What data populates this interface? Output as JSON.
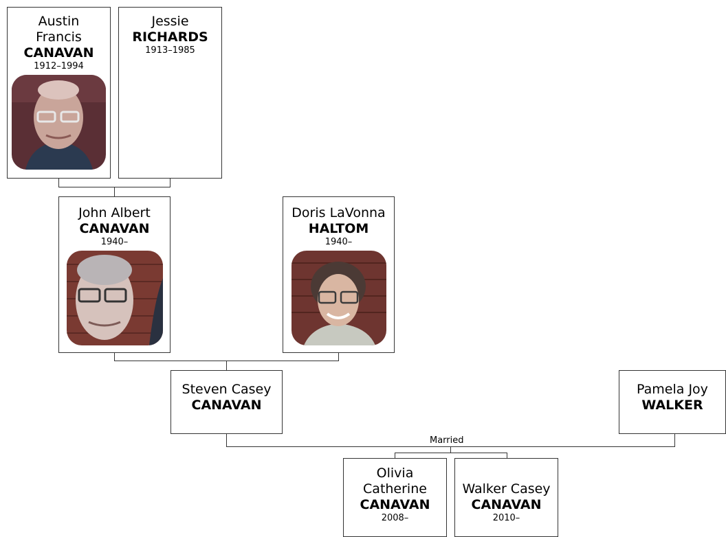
{
  "people": {
    "austin": {
      "given": [
        "Austin",
        "Francis"
      ],
      "surname": "CANAVAN",
      "dates": "1912–1994"
    },
    "jessie": {
      "given": [
        "Jessie"
      ],
      "surname": "RICHARDS",
      "dates": "1913–1985"
    },
    "john": {
      "given": [
        "John Albert"
      ],
      "surname": "CANAVAN",
      "dates": "1940–"
    },
    "doris": {
      "given": [
        "Doris LaVonna"
      ],
      "surname": "HALTOM",
      "dates": "1940–"
    },
    "steven": {
      "given": [
        "Steven Casey"
      ],
      "surname": "CANAVAN"
    },
    "pamela": {
      "given": [
        "Pamela Joy"
      ],
      "surname": "WALKER"
    },
    "olivia": {
      "given": [
        "Olivia",
        "Catherine"
      ],
      "surname": "CANAVAN",
      "dates": "2008–"
    },
    "walker": {
      "given": [
        "Walker Casey"
      ],
      "surname": "CANAVAN",
      "dates": "2010–"
    }
  },
  "relationships": {
    "steven_pamela": "Married"
  },
  "icons": {
    "portrait": "portrait-photo-icon"
  }
}
